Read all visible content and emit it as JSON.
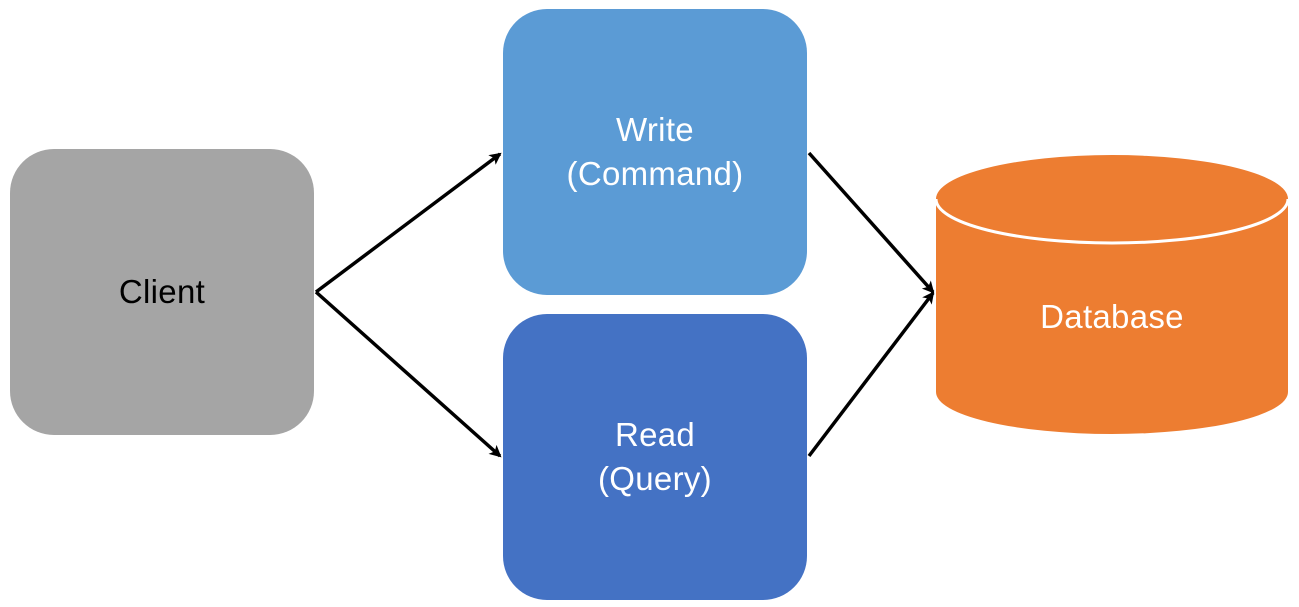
{
  "diagram": {
    "client": {
      "label": "Client",
      "fill": "#a5a5a5",
      "text_color": "#000000"
    },
    "write": {
      "label": "Write\n(Command)",
      "fill": "#5b9bd5",
      "text_color": "#ffffff"
    },
    "read": {
      "label": "Read\n(Query)",
      "fill": "#4472c4",
      "text_color": "#ffffff"
    },
    "database": {
      "label": "Database",
      "fill": "#ed7d31",
      "text_color": "#ffffff",
      "shape": "cylinder"
    },
    "edges": [
      {
        "from": "client",
        "to": "write"
      },
      {
        "from": "client",
        "to": "read"
      },
      {
        "from": "write",
        "to": "database"
      },
      {
        "from": "read",
        "to": "database"
      }
    ],
    "arrow_color": "#000000"
  }
}
